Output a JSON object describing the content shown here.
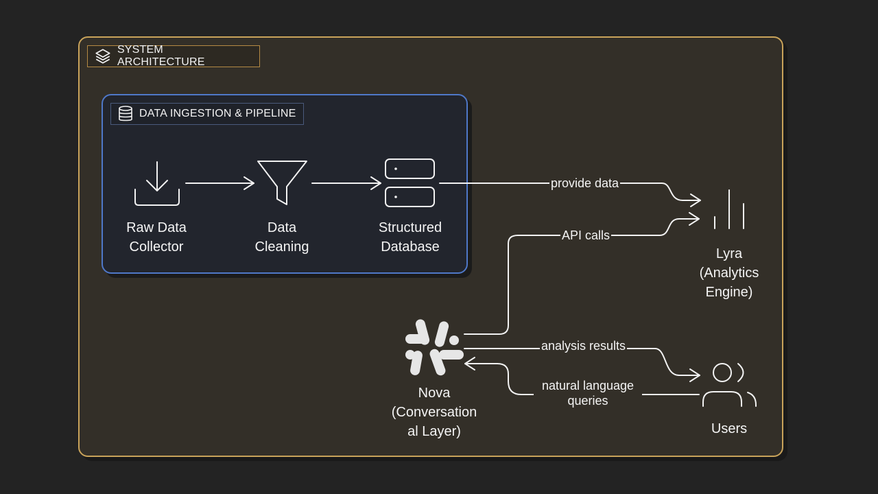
{
  "architecture": {
    "title": "SYSTEM ARCHITECTURE"
  },
  "pipeline": {
    "title": "DATA INGESTION & PIPELINE",
    "nodes": [
      {
        "line1": "Raw Data",
        "line2": "Collector"
      },
      {
        "line1": "Data",
        "line2": "Cleaning"
      },
      {
        "line1": "Structured",
        "line2": "Database"
      }
    ]
  },
  "nodes": {
    "lyra": {
      "line1": "Lyra",
      "line2": "(Analytics",
      "line3": "Engine)"
    },
    "nova": {
      "line1": "Nova",
      "line2": "(Conversation",
      "line3": "al Layer)"
    },
    "users": {
      "label": "Users"
    }
  },
  "edges": {
    "provide_data": "provide data",
    "api_calls": "API calls",
    "analysis_results": "analysis results",
    "nl_queries_1": "natural language",
    "nl_queries_2": "queries"
  },
  "colors": {
    "background": "#232323",
    "architecture_border": "#c9a35a",
    "pipeline_border": "#4f78c8",
    "stroke": "#f2f2f2"
  },
  "icons": {
    "architecture": "layers-icon",
    "pipeline": "database-icon",
    "collector": "download-tray-icon",
    "cleaning": "funnel-icon",
    "database": "server-stack-icon",
    "lyra": "bar-chart-icon",
    "nova": "slack-icon",
    "users": "users-icon"
  }
}
